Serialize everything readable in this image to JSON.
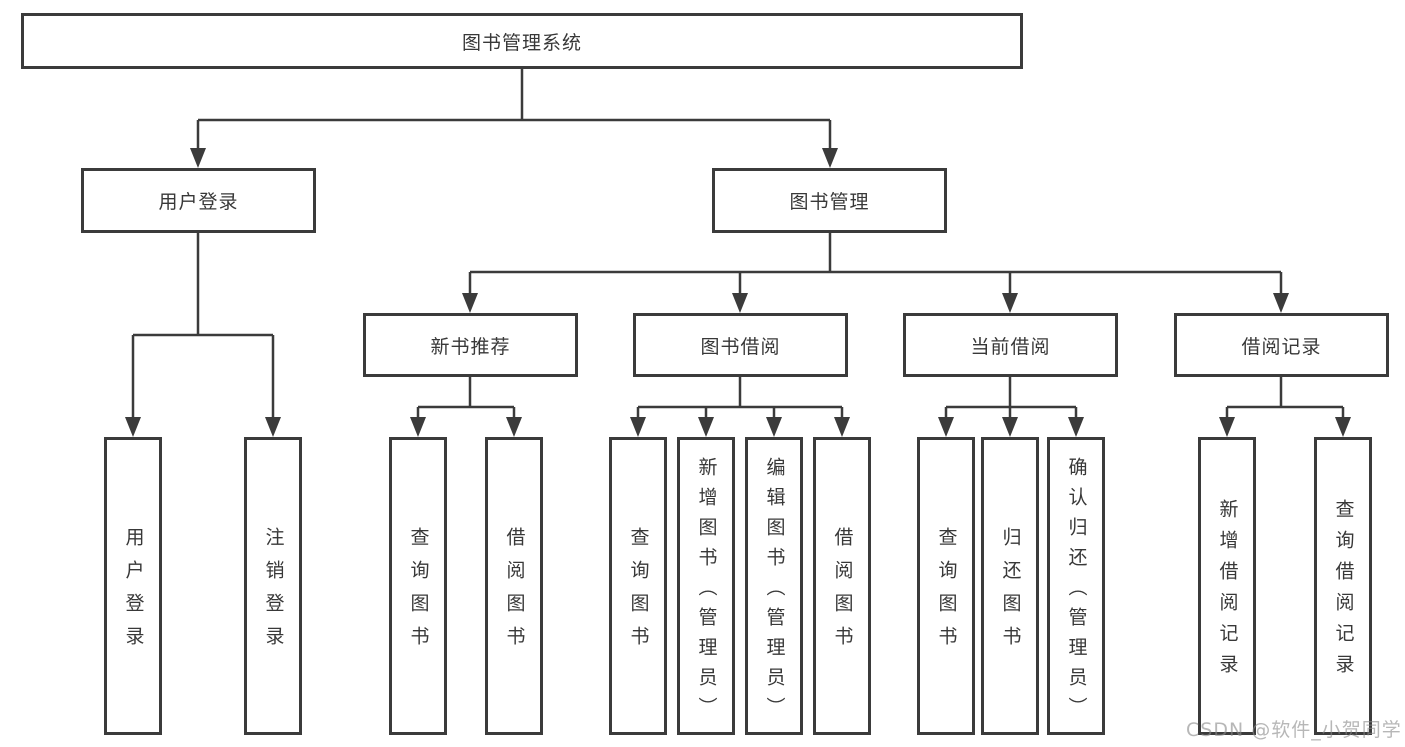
{
  "tree": {
    "root": {
      "label": "图书管理系统"
    },
    "branches": [
      {
        "label": "用户登录",
        "children": [
          {
            "label": "用户登录"
          },
          {
            "label": "注销登录"
          }
        ]
      },
      {
        "label": "图书管理",
        "children": [
          {
            "label": "新书推荐",
            "children": [
              {
                "label": "查询图书"
              },
              {
                "label": "借阅图书"
              }
            ]
          },
          {
            "label": "图书借阅",
            "children": [
              {
                "label": "查询图书"
              },
              {
                "label": "新增图书（管理员）"
              },
              {
                "label": "编辑图书（管理员）"
              },
              {
                "label": "借阅图书"
              }
            ]
          },
          {
            "label": "当前借阅",
            "children": [
              {
                "label": "查询图书"
              },
              {
                "label": "归还图书"
              },
              {
                "label": "确认归还（管理员）"
              }
            ]
          },
          {
            "label": "借阅记录",
            "children": [
              {
                "label": "新增借阅记录"
              },
              {
                "label": "查询借阅记录"
              }
            ]
          }
        ]
      }
    ]
  },
  "watermark": {
    "text": "CSDN @软件_小贺同学"
  },
  "colors": {
    "line": "#3b3b3b",
    "box_border": "#3b3b3b",
    "text": "#383838",
    "watermark_text": "#8a8a8a",
    "background": "#ffffff"
  }
}
